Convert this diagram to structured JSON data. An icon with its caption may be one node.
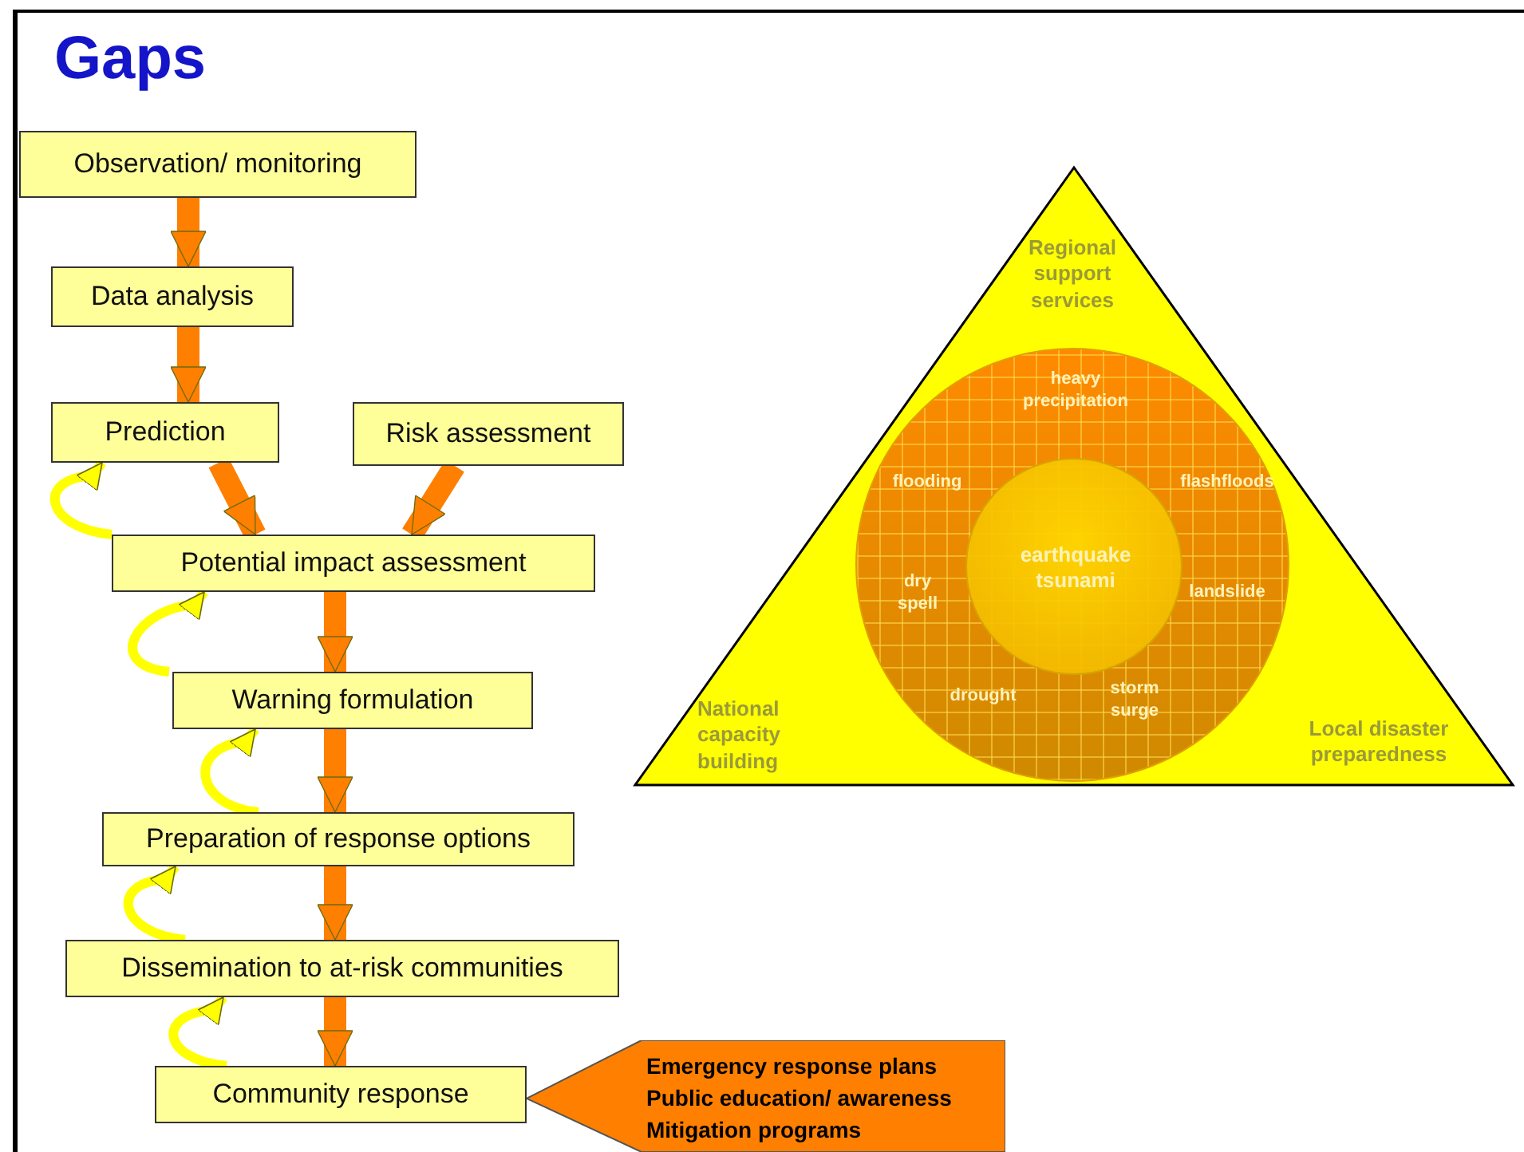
{
  "diagram": {
    "title": "Gaps",
    "nodes": [
      {
        "text": [
          "Observation/ monitoring"
        ]
      },
      {
        "text": [
          "Data analysis"
        ]
      },
      {
        "text": [
          "Prediction"
        ]
      },
      {
        "text": [
          "Risk assessment"
        ]
      },
      {
        "text": [
          "Potential impact assessment"
        ]
      },
      {
        "text": [
          "Warning formulation"
        ]
      },
      {
        "text": [
          "Preparation of response options"
        ]
      },
      {
        "text": [
          "Dissemination to at-risk communities"
        ]
      },
      {
        "text": [
          "Community response"
        ]
      },
      {
        "text": [
          "Emergency response plans",
          "Public education/ awareness",
          "Mitigation programs"
        ]
      },
      {
        "text": [
          "Regional support services",
          "National capacity building",
          "Local disaster preparedness"
        ]
      },
      {
        "text": [
          "heavy precipitation",
          "flooding",
          "flashfloods",
          "dry spell",
          "landslide",
          "drought",
          "storm surge"
        ],
        "in": 10
      },
      {
        "text": [
          "earthquake tsunami"
        ],
        "in": 11
      }
    ],
    "edges": [
      {
        "from": 0,
        "to": 1,
        "arrow": "to"
      },
      {
        "from": 1,
        "to": 2,
        "arrow": "to"
      },
      {
        "from": 2,
        "to": 4,
        "arrow": "to"
      },
      {
        "from": 3,
        "to": 4,
        "arrow": "to"
      },
      {
        "from": 4,
        "to": 5,
        "arrow": "to"
      },
      {
        "from": 5,
        "to": 6,
        "arrow": "to"
      },
      {
        "from": 6,
        "to": 7,
        "arrow": "to"
      },
      {
        "from": 7,
        "to": 8,
        "arrow": "to"
      },
      {
        "from": 4,
        "to": 2,
        "arrow": "to",
        "color": "#ffff00"
      },
      {
        "from": 5,
        "to": 4,
        "arrow": "to",
        "color": "#ffff00"
      },
      {
        "from": 6,
        "to": 5,
        "arrow": "to",
        "color": "#ffff00"
      },
      {
        "from": 7,
        "to": 6,
        "arrow": "to",
        "color": "#ffff00"
      },
      {
        "from": 8,
        "to": 7,
        "arrow": "to",
        "color": "#ffff00"
      }
    ]
  }
}
